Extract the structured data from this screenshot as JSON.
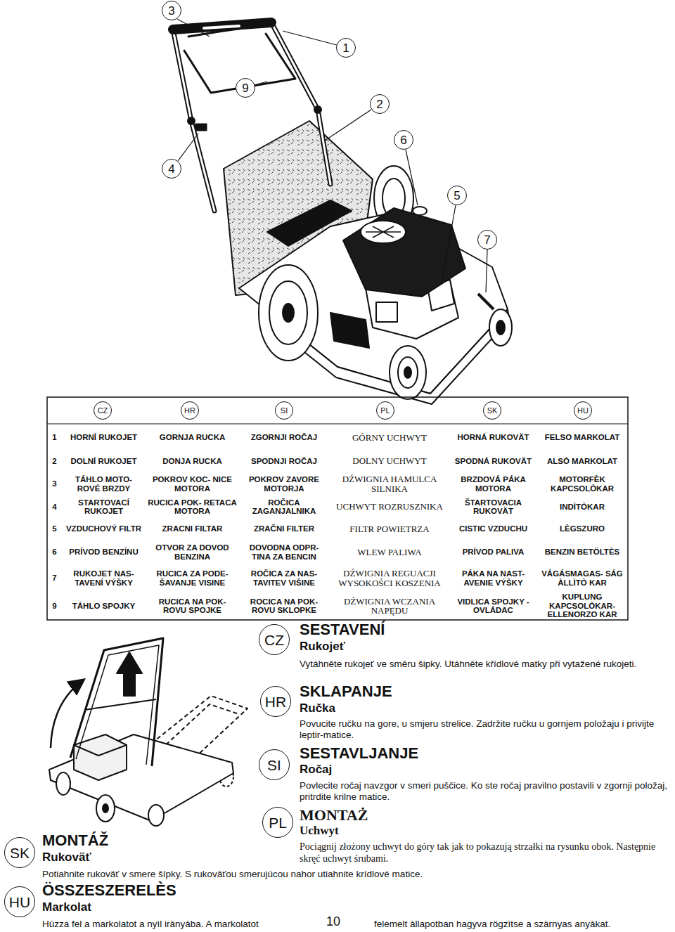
{
  "diagram": {
    "nodes": [
      {
        "text": [
          "3"
        ]
      },
      {
        "text": [
          "1"
        ]
      },
      {
        "text": [
          "9"
        ]
      },
      {
        "text": [
          "2"
        ]
      },
      {
        "text": [
          "6"
        ]
      },
      {
        "text": [
          "4"
        ]
      },
      {
        "text": [
          "5"
        ]
      },
      {
        "text": [
          "7"
        ]
      },
      {
        "text": [
          "CZ"
        ]
      },
      {
        "text": [
          "HR"
        ]
      },
      {
        "text": [
          "SI"
        ]
      },
      {
        "text": [
          "PL"
        ]
      },
      {
        "text": [
          "SK"
        ]
      },
      {
        "text": [
          "HU"
        ]
      },
      {
        "text": [
          "CZ"
        ]
      },
      {
        "text": [
          "HR"
        ]
      },
      {
        "text": [
          "SI"
        ]
      },
      {
        "text": [
          "PL"
        ]
      },
      {
        "text": [
          "SK"
        ]
      },
      {
        "text": [
          "HU"
        ]
      }
    ],
    "labels": [
      "1",
      "HORNÍ RUKOJET",
      "GORNJA RUCKA",
      "ZGORNJI ROČAJ",
      "GÓRNY UCHWYT",
      "HORNÁ RUKOVÄT",
      "FELSO MARKOLAT",
      "2",
      "DOLNÍ RUKOJET",
      "DONJA RUCKA",
      "SPODNJI ROČAJ",
      "DOLNY UCHWYT",
      "SPODNÁ RUKOVÄT",
      "ALSÒ MARKOLAT",
      "3",
      "TÁHLO MOTO- ROVÉ BRZDY",
      "POKROV KOC- NICE MOTORA",
      "POKROV ZAVORE MOTORJA",
      "DŹWIGNIA HAMULCA SILNIKA",
      "BRZDOVÁ PÁKA MOTORA",
      "MOTORFÈK KAPCSOLÒKAR",
      "4",
      "STARTOVACÍ RUKOJET",
      "RUCICA POK- RETACA MOTORA",
      "ROČICA ZAGANJALNIKA",
      "UCHWYT ROZRUSZNIKA",
      "ŠTARTOVACIA RUKOVÄT",
      "INDÌTÒKAR",
      "5",
      "VZDUCHOVÝ FILTR",
      "ZRACNI FILTAR",
      "ZRAČNI FILTER",
      "FILTR POWIETRZA",
      "CISTIC VZDUCHU",
      "LÈGSZURO",
      "6",
      "PRÍVOD BENZÍNU",
      "OTVOR ZA DOVOD BENZINA",
      "DOVODNA ODPR- TINA ZA BENCIN",
      "WLEW PALIWA",
      "PRÍVOD PALIVA",
      "BENZIN BETÖLTÈS",
      "7",
      "RUKOJET NAS- TAVENÍ VÝŠKY",
      "RUCICA ZA PODE- ŠAVANJE VISINE",
      "ROČICA ZA NAS- TAVITEV VIŠINE",
      "DŹWIGNIA REGUACJI WYSOKOŚCI KOSZENIA",
      "PÁKA NA NAST- AVENIE VÝŠKY",
      "VÁGÁSMAGAS- SÁG ÀLLÌTÒ KAR",
      "9",
      "TÁHLO SPOJKY",
      "RUCICA NA POK- ROVU SPOJKE",
      "ROCICA NA POK- ROVU SKLOPKE",
      "DŹWIGNIA WCZANIA NAPĘDU",
      "VIDLICA SPOJKY - OVLÁDAC",
      "KUPLUNG KAPCSOLÒKAR- ELLENORZO KAR",
      "SESTAVENÍ",
      "Rukojeť",
      "Vytáhněte rukojeť ve směru šipky. Utáhněte křídlové matky při vytažené rukojeti.",
      "SKLAPANJE",
      "Ručka",
      "Povucite ručku na gore, u smjeru strelice. Zadržite ručku u gornjem položaju i privijte leptir-matice.",
      "SESTAVLJANJE",
      "Ročaj",
      "Povlecite ročaj navzgor v smeri puščice. Ko ste ročaj pravilno postavili v zgornji položaj, pritrdite krilne matice.",
      "MONTAŻ",
      "Uchwyt",
      "Pociągnij złożony uchwyt do góry tak jak to pokazują strzałki na rysunku obok. Następnie skręć uchwyt śrubami.",
      "MONTÁŽ",
      "Rukoväť",
      "Potiahnite rukoväť v smere šípky. S rukoväťou smerujúcou nahor utiahnite krídlové matice.",
      "ÖSSZESZERELÈS",
      "Markolat",
      "Hùzza fel a markolatot a nyìl irànyàba. A markolatot",
      "10",
      "felemelt àllapotban hagyva rögzìtse a szàrnyas anyàkat."
    ]
  }
}
